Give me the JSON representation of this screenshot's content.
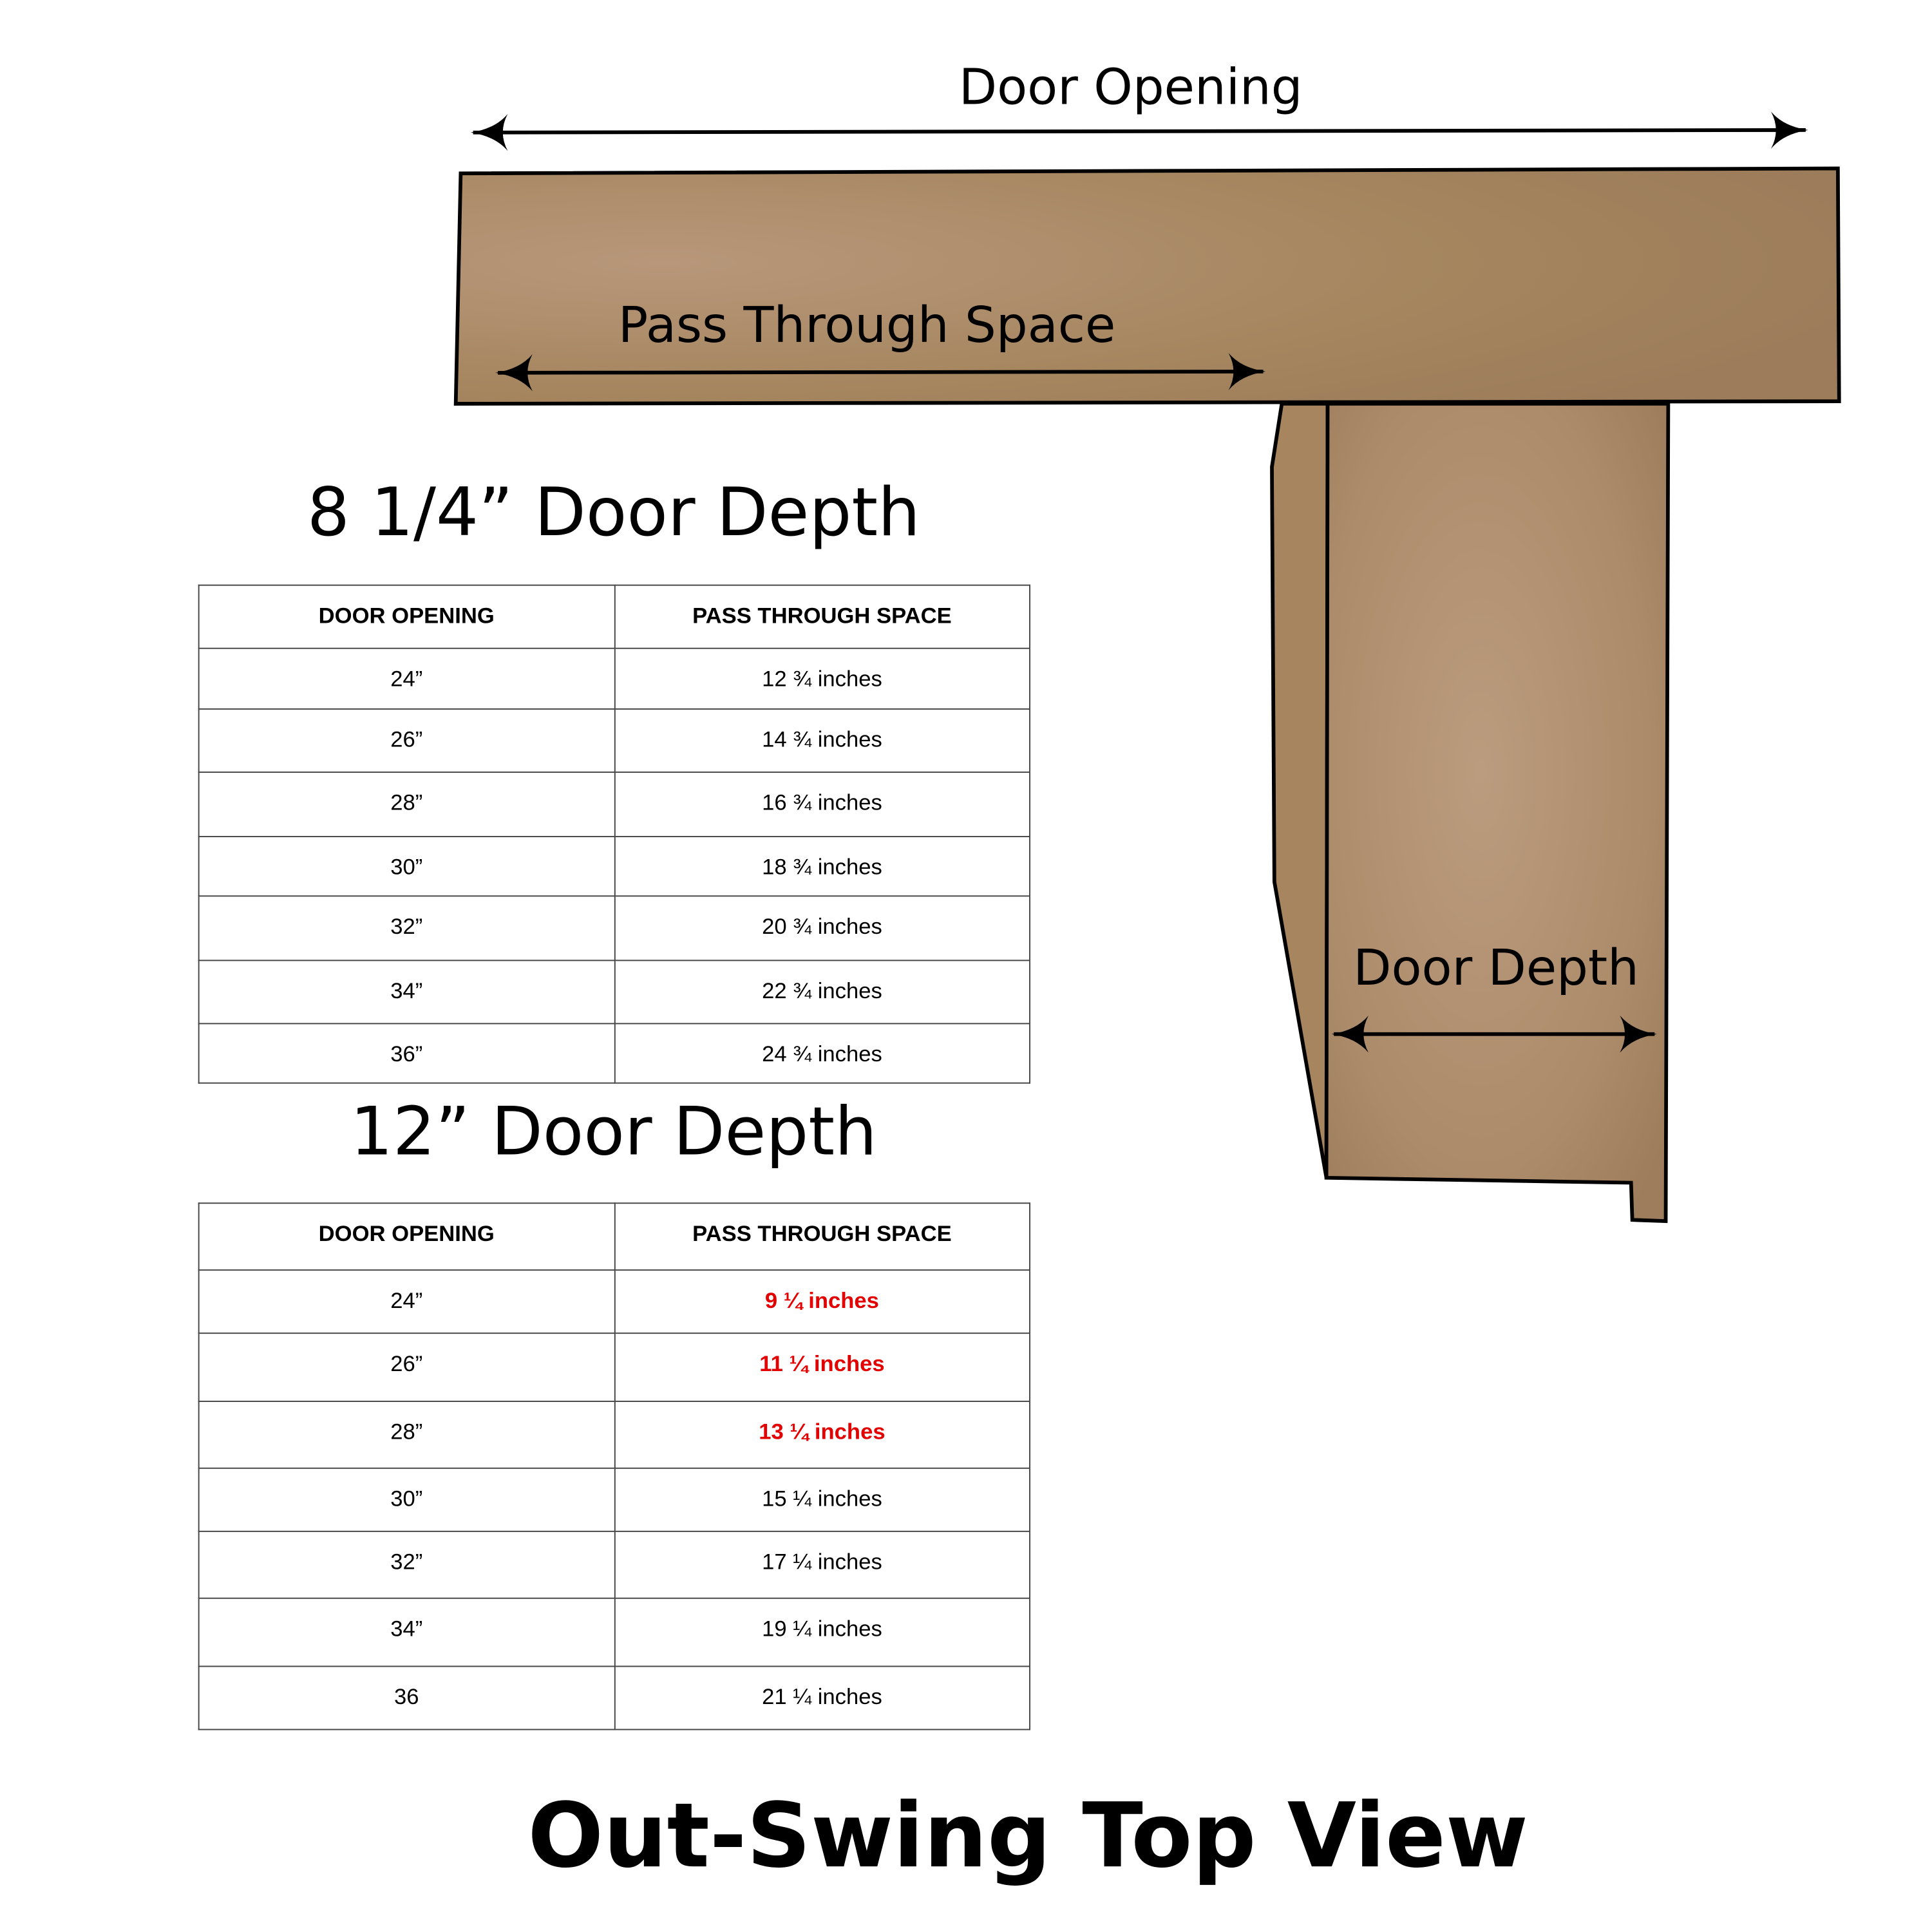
{
  "diagram": {
    "door_opening_label": "Door Opening",
    "pass_through_label": "Pass Through Space",
    "door_depth_label": "Door Depth",
    "wood_color": "#a9896a"
  },
  "tables": [
    {
      "title": "8 1/4” Door Depth",
      "headers": [
        "DOOR OPENING",
        "PASS THROUGH SPACE"
      ],
      "rows": [
        {
          "opening": "24”",
          "space": "12 ¾ inches"
        },
        {
          "opening": "26”",
          "space": "14 ¾ inches"
        },
        {
          "opening": "28”",
          "space": "16 ¾ inches"
        },
        {
          "opening": "30”",
          "space": "18 ¾ inches"
        },
        {
          "opening": "32”",
          "space": "20 ¾ inches"
        },
        {
          "opening": "34”",
          "space": "22 ¾ inches"
        },
        {
          "opening": "36”",
          "space": "24 ¾ inches"
        }
      ]
    },
    {
      "title": "12” Door Depth",
      "headers": [
        "DOOR OPENING",
        "PASS THROUGH SPACE"
      ],
      "rows": [
        {
          "opening": "24”",
          "space": "9 ¼ inches",
          "highlight": true
        },
        {
          "opening": "26”",
          "space": "11 ¼ inches",
          "highlight": true
        },
        {
          "opening": "28”",
          "space": "13 ¼ inches",
          "highlight": true
        },
        {
          "opening": "30”",
          "space": "15 ¼ inches"
        },
        {
          "opening": "32”",
          "space": "17 ¼ inches"
        },
        {
          "opening": "34”",
          "space": "19 ¼ inches"
        },
        {
          "opening": "36",
          "space": "21 ¼ inches"
        }
      ]
    }
  ],
  "footer_title": "Out-Swing Top View",
  "highlight_color": "#e30000"
}
